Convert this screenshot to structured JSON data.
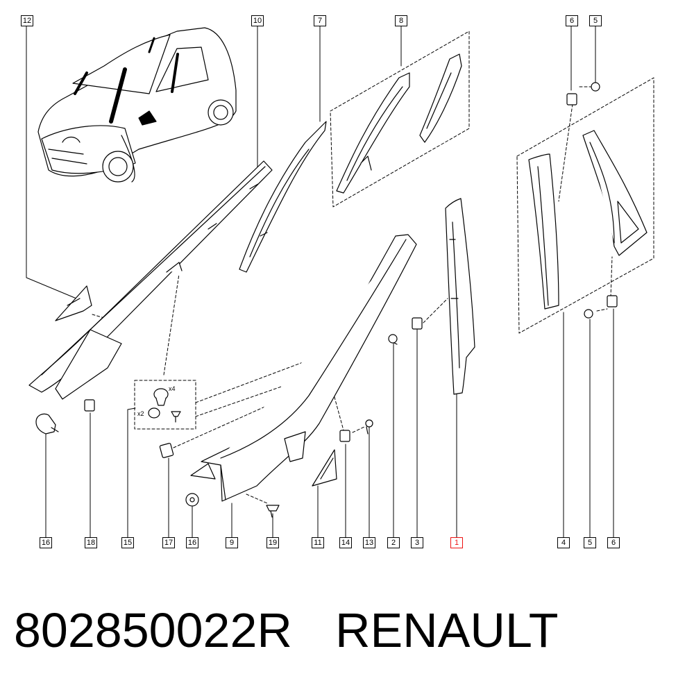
{
  "callouts": {
    "top_12": "12",
    "top_10": "10",
    "top_7": "7",
    "top_8": "8",
    "top_6": "6",
    "top_5": "5",
    "b_16a": "16",
    "b_18": "18",
    "b_15": "15",
    "b_17": "17",
    "b_16b": "16",
    "b_9": "9",
    "b_19": "19",
    "b_11": "11",
    "b_14": "14",
    "b_13": "13",
    "b_2": "2",
    "b_3": "3",
    "b_1": "1",
    "b_4": "4",
    "b_5": "5",
    "b_6": "6"
  },
  "quantities": {
    "x4": "x4",
    "x2": "x2"
  },
  "caption": {
    "part_number": "802850022R",
    "brand": "RENAULT"
  },
  "colors": {
    "line": "#000000",
    "highlight": "#ee1111",
    "background": "#ffffff"
  }
}
